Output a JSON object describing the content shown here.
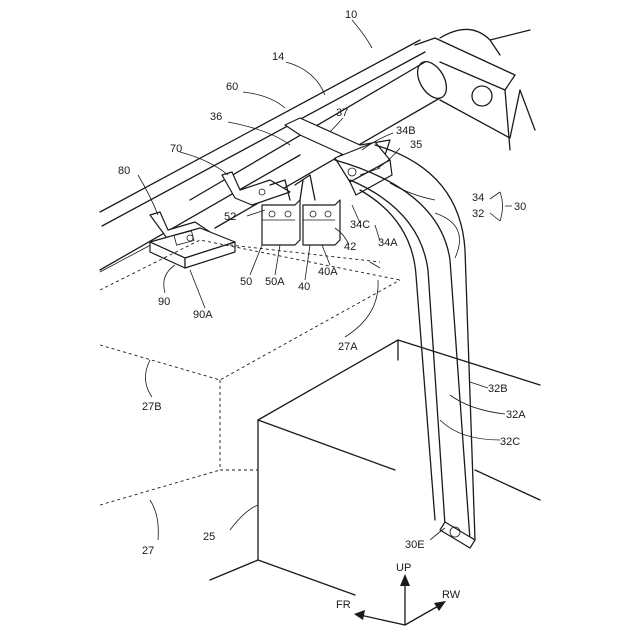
{
  "labels": {
    "l10": "10",
    "l14": "14",
    "l60": "60",
    "l37": "37",
    "l36": "36",
    "l34B": "34B",
    "l35": "35",
    "l70": "70",
    "l80": "80",
    "l34": "34",
    "l30": "30",
    "l32": "32",
    "l52": "52",
    "l34C": "34C",
    "l42": "42",
    "l34A": "34A",
    "l50": "50",
    "l50A": "50A",
    "l40A": "40A",
    "l40": "40",
    "l90": "90",
    "l90A": "90A",
    "l27A": "27A",
    "l27B": "27B",
    "l32B": "32B",
    "l32A": "32A",
    "l32C": "32C",
    "l25": "25",
    "l27": "27",
    "l30E": "30E"
  },
  "axes": {
    "up": "UP",
    "fr": "FR",
    "rw": "RW"
  }
}
